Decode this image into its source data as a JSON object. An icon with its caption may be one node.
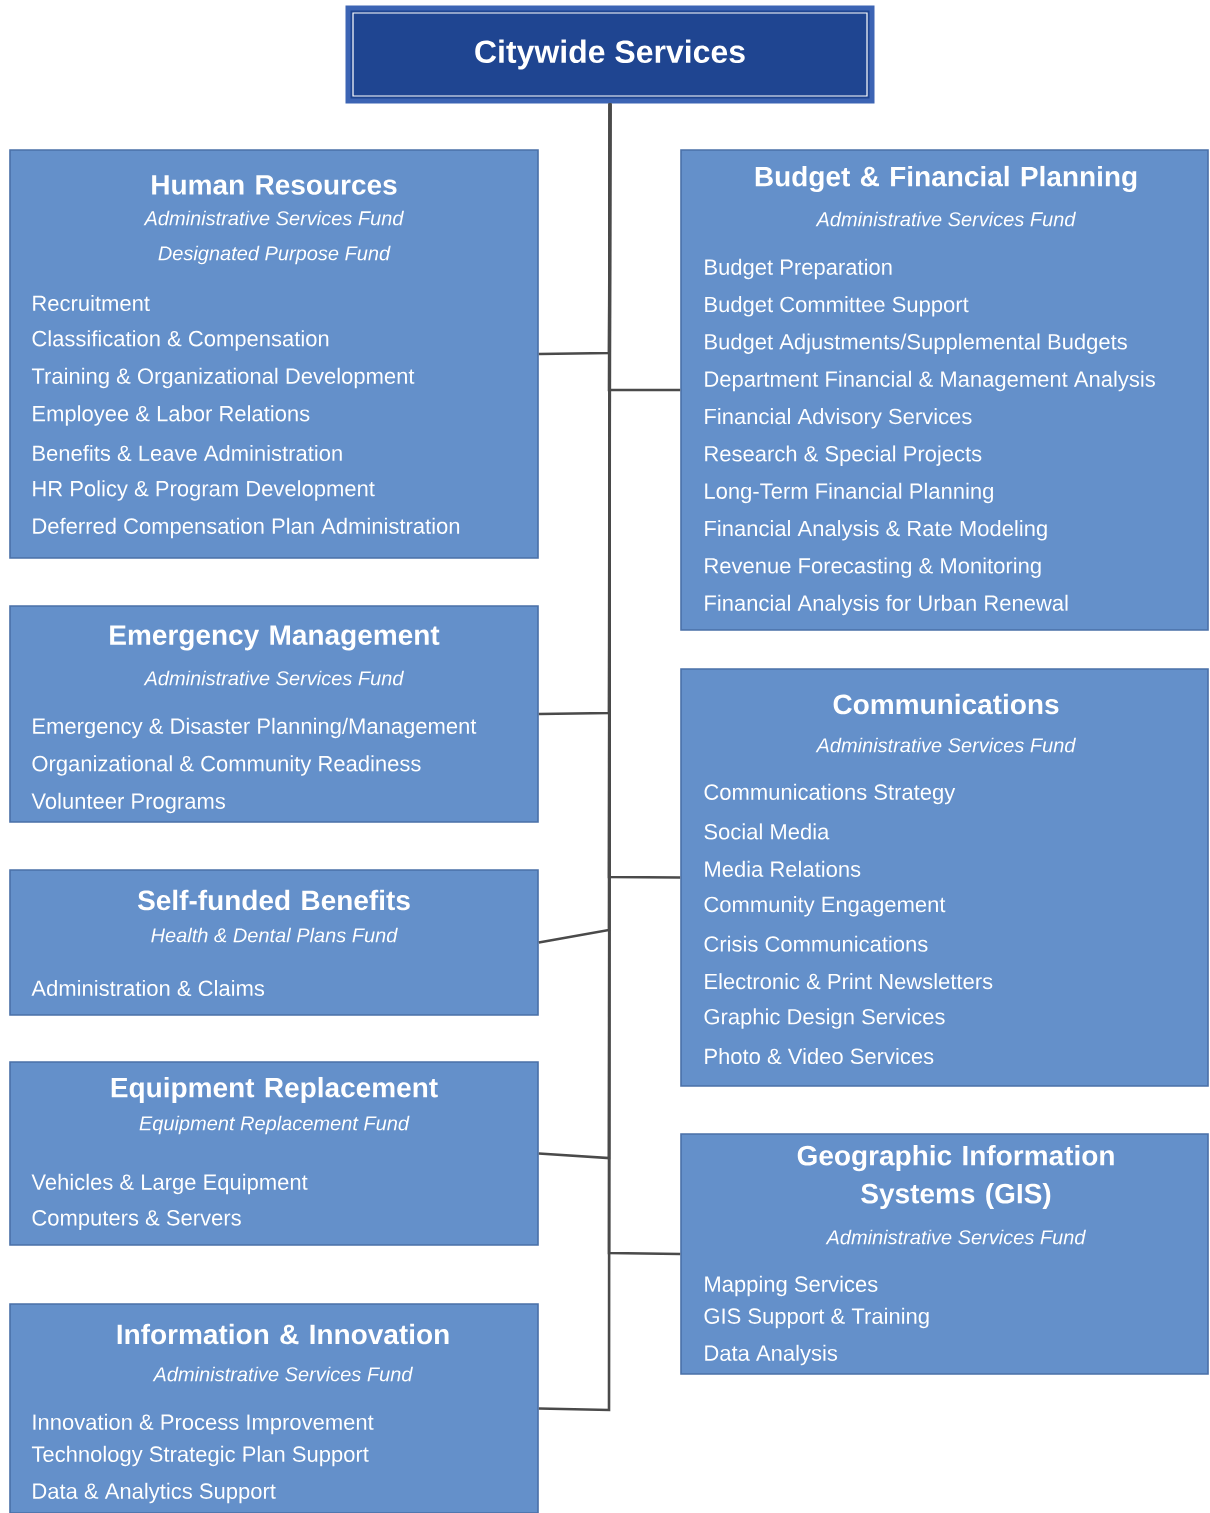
{
  "diagram": {
    "nodes": [
      {
        "text": [
          "Citywide Services"
        ]
      },
      {
        "text": [
          "Human Resources",
          "Administrative Services Fund",
          "Designated Purpose Fund",
          "Recruitment",
          "Classification & Compensation",
          "Training & Organizational Development",
          "Employee & Labor Relations",
          "Benefits & Leave Administration",
          "HR Policy & Program Development",
          "Deferred Compensation Plan Administration"
        ]
      },
      {
        "text": [
          "Emergency Management",
          "Administrative Services Fund",
          "Emergency & Disaster Planning/Management",
          "Organizational & Community Readiness",
          "Volunteer Programs"
        ]
      },
      {
        "text": [
          "Self-funded Benefits",
          "Health & Dental Plans Fund",
          "Administration & Claims"
        ]
      },
      {
        "text": [
          "Equipment Replacement",
          "Equipment Replacement Fund",
          "Vehicles & Large Equipment",
          "Computers & Servers"
        ]
      },
      {
        "text": [
          "Information & Innovation",
          "Administrative Services Fund",
          "Innovation & Process Improvement",
          "Technology Strategic Plan Support",
          "Data & Analytics Support"
        ]
      },
      {
        "text": [
          "Budget & Financial Planning",
          "Administrative Services Fund",
          "Budget Preparation",
          "Budget Committee Support",
          "Budget Adjustments/Supplemental Budgets",
          "Department Financial & Management Analysis",
          "Financial Advisory Services",
          "Research & Special Projects",
          "Long-Term Financial Planning",
          "Financial Analysis & Rate Modeling",
          "Revenue Forecasting & Monitoring",
          "Financial Analysis for Urban Renewal"
        ]
      },
      {
        "text": [
          "Communications",
          "Administrative Services Fund",
          "Communications Strategy",
          "Social Media",
          "Media Relations",
          "Community Engagement",
          "Crisis Communications",
          "Electronic & Print Newsletters",
          "Graphic Design Services",
          "Photo & Video Services"
        ]
      },
      {
        "text": [
          "Geographic Information Systems (GIS)",
          "Administrative Services Fund",
          "Mapping Services",
          "GIS Support & Training",
          "Data Analysis"
        ]
      }
    ],
    "edges": [
      {
        "from": 0,
        "to": 1,
        "arrow": "none"
      },
      {
        "from": 0,
        "to": 2,
        "arrow": "none"
      },
      {
        "from": 0,
        "to": 3,
        "arrow": "none"
      },
      {
        "from": 0,
        "to": 4,
        "arrow": "none"
      },
      {
        "from": 0,
        "to": 5,
        "arrow": "none"
      },
      {
        "from": 0,
        "to": 6,
        "arrow": "none"
      },
      {
        "from": 0,
        "to": 7,
        "arrow": "none"
      },
      {
        "from": 0,
        "to": 8,
        "arrow": "none"
      }
    ]
  }
}
